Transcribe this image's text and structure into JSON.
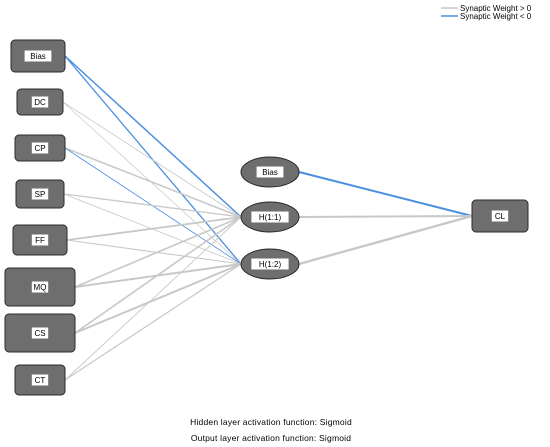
{
  "legend": {
    "positive": {
      "label": "Synaptic Weight > 0",
      "color": "#c8c8c8"
    },
    "negative": {
      "label": "Synaptic Weight < 0",
      "color": "#4a8fe0"
    }
  },
  "node_fill": "#6e6e6e",
  "input_nodes": [
    {
      "id": "in-bias",
      "label": "Bias"
    },
    {
      "id": "in-dc",
      "label": "DC"
    },
    {
      "id": "in-cp",
      "label": "CP"
    },
    {
      "id": "in-sp",
      "label": "SP"
    },
    {
      "id": "in-ff",
      "label": "FF"
    },
    {
      "id": "in-mq",
      "label": "MQ"
    },
    {
      "id": "in-cs",
      "label": "CS"
    },
    {
      "id": "in-ct",
      "label": "CT"
    }
  ],
  "hidden_nodes": [
    {
      "id": "hid-bias",
      "label": "Bias"
    },
    {
      "id": "hid-h1",
      "label": "H(1:1)"
    },
    {
      "id": "hid-h2",
      "label": "H(1:2)"
    }
  ],
  "output_nodes": [
    {
      "id": "out-cl",
      "label": "CL"
    }
  ],
  "connections": [
    {
      "from": "in-bias",
      "to": "hid-h1",
      "sign": "negative",
      "strength": 1.5
    },
    {
      "from": "in-bias",
      "to": "hid-h2",
      "sign": "negative",
      "strength": 1.3
    },
    {
      "from": "in-dc",
      "to": "hid-h1",
      "sign": "positive",
      "strength": 0.8
    },
    {
      "from": "in-dc",
      "to": "hid-h2",
      "sign": "positive",
      "strength": 0.7
    },
    {
      "from": "in-cp",
      "to": "hid-h1",
      "sign": "positive",
      "strength": 1.6
    },
    {
      "from": "in-cp",
      "to": "hid-h2",
      "sign": "negative",
      "strength": 0.8
    },
    {
      "from": "in-sp",
      "to": "hid-h1",
      "sign": "positive",
      "strength": 1.3
    },
    {
      "from": "in-sp",
      "to": "hid-h2",
      "sign": "positive",
      "strength": 0.8
    },
    {
      "from": "in-ff",
      "to": "hid-h1",
      "sign": "positive",
      "strength": 1.8
    },
    {
      "from": "in-ff",
      "to": "hid-h2",
      "sign": "positive",
      "strength": 1.1
    },
    {
      "from": "in-mq",
      "to": "hid-h1",
      "sign": "positive",
      "strength": 1.6
    },
    {
      "from": "in-mq",
      "to": "hid-h2",
      "sign": "positive",
      "strength": 2.0
    },
    {
      "from": "in-cs",
      "to": "hid-h1",
      "sign": "positive",
      "strength": 1.6
    },
    {
      "from": "in-cs",
      "to": "hid-h2",
      "sign": "positive",
      "strength": 2.0
    },
    {
      "from": "in-ct",
      "to": "hid-h1",
      "sign": "positive",
      "strength": 0.9
    },
    {
      "from": "in-ct",
      "to": "hid-h2",
      "sign": "positive",
      "strength": 1.2
    },
    {
      "from": "hid-bias",
      "to": "out-cl",
      "sign": "negative",
      "strength": 2.0
    },
    {
      "from": "hid-h1",
      "to": "out-cl",
      "sign": "positive",
      "strength": 2.0
    },
    {
      "from": "hid-h2",
      "to": "out-cl",
      "sign": "positive",
      "strength": 2.4
    }
  ],
  "footer": {
    "hidden_activation": "Hidden layer activation function: Sigmoid",
    "output_activation": "Output layer activation function: Sigmoid"
  }
}
